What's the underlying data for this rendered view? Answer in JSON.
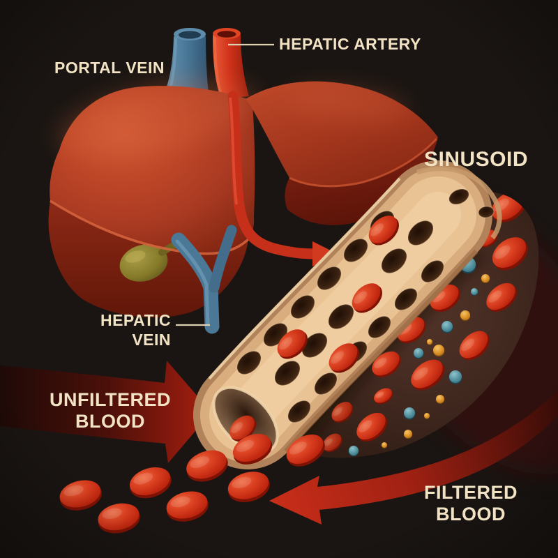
{
  "figure": {
    "description": "Anatomical diagram of the liver showing blood filtration through a sinusoid"
  },
  "labels": {
    "portal_vein": "PORTAL VEIN",
    "hepatic_artery": "HEPATIC ARTERY",
    "hepatic_vein": "HEPATIC\nVEIN",
    "sinusoid": "SINUSOID",
    "unfiltered_blood": "UNFILTERED\nBLOOD",
    "filtered_blood": "FILTERED\nBLOOD"
  },
  "colors": {
    "background": "#1a1512",
    "label_text": "#f2e3c4",
    "liver_red": "#b6432a",
    "liver_underside": "#77200f",
    "portal_vein_blue": "#4d7c9c",
    "hepatic_artery_red": "#d0331b",
    "hepatic_vein_blue": "#4a7896",
    "gallbladder_olive": "#857a28",
    "sinusoid_wall_tan": "#e9c394",
    "fenestration_brown": "#4f3322",
    "lumen_brown": "#3c241b",
    "red_blood_cell": "#d63a1f",
    "platelet_teal": "#54939f",
    "particle_orange": "#dd9226",
    "unfiltered_arrow": "#8c1a0e",
    "filtered_arrow": "#c62d18"
  }
}
